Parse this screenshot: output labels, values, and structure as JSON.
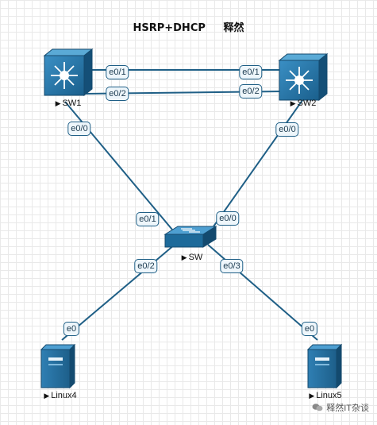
{
  "title": "HSRP+DHCP     释然",
  "devices": [
    {
      "key": "sw1",
      "label": "SW1",
      "type": "l3-switch"
    },
    {
      "key": "sw2",
      "label": "SW2",
      "type": "l3-switch"
    },
    {
      "key": "sw",
      "label": "SW",
      "type": "l2-switch"
    },
    {
      "key": "linux4",
      "label": "Linux4",
      "type": "server"
    },
    {
      "key": "linux5",
      "label": "Linux5",
      "type": "server"
    }
  ],
  "links": [
    {
      "from": "sw1",
      "to": "sw2",
      "from_port": "e0/1",
      "to_port": "e0/1"
    },
    {
      "from": "sw1",
      "to": "sw2",
      "from_port": "e0/2",
      "to_port": "e0/2"
    },
    {
      "from": "sw1",
      "to": "sw",
      "from_port": "e0/0",
      "to_port": "e0/1"
    },
    {
      "from": "sw2",
      "to": "sw",
      "from_port": "e0/0",
      "to_port": "e0/0"
    },
    {
      "from": "sw",
      "to": "linux4",
      "from_port": "e0/2",
      "to_port": "e0"
    },
    {
      "from": "sw",
      "to": "linux5",
      "from_port": "e0/3",
      "to_port": "e0"
    }
  ],
  "watermark": "释然IT杂谈"
}
